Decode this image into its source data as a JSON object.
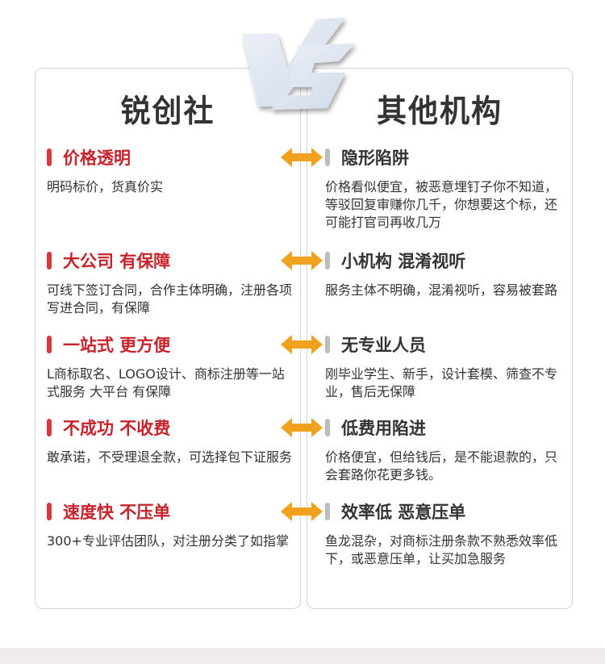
{
  "vs_label": "VS",
  "colors": {
    "accent_red": "#c8222b",
    "bar_red": "#d9363e",
    "bar_gray": "#bcbcbc",
    "arrow_orange": "#f0a21e",
    "footer_band": "#f0eced"
  },
  "left": {
    "title": "锐创社",
    "items": [
      {
        "title": "价格透明",
        "desc": "明码标价，货真价实"
      },
      {
        "title": "大公司 有保障",
        "desc": "可线下签订合同，合作主体明确，注册各项写进合同，有保障"
      },
      {
        "title": "一站式 更方便",
        "desc": "L商标取名、LOGO设计、商标注册等一站式服务 大平台 有保障"
      },
      {
        "title": "不成功 不收费",
        "desc": "敢承诺，不受理退全款，可选择包下证服务"
      },
      {
        "title": "速度快 不压单",
        "desc": "300+专业评估团队，对注册分类了如指掌"
      }
    ]
  },
  "right": {
    "title": "其他机构",
    "items": [
      {
        "title": "隐形陷阱",
        "desc": "价格看似便宜，被恶意埋钉子你不知道，等驳回复审赚你几千，你想要这个标，还可能打官司再收几万"
      },
      {
        "title": "小机构 混淆视听",
        "desc": "服务主体不明确，混淆视听，容易被套路"
      },
      {
        "title": "无专业人员",
        "desc": "刚毕业学生、新手，设计套模、筛查不专业，售后无保障"
      },
      {
        "title": "低费用陷进",
        "desc": "价格便宜，但给钱后，是不能退款的，只会套路你花更多钱。"
      },
      {
        "title": "效率低 恶意压单",
        "desc": "鱼龙混杂，对商标注册条款不熟悉效率低下，或恶意压单，让买加急服务"
      }
    ]
  }
}
